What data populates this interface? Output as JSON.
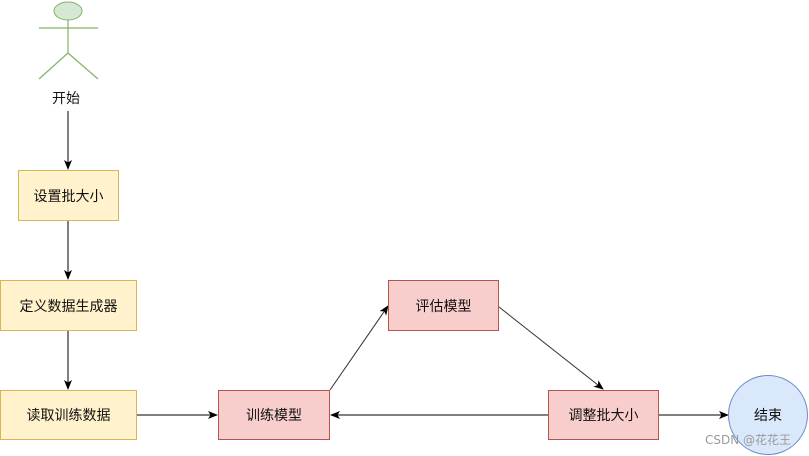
{
  "nodes": {
    "start": "开始",
    "set_batch": "设置批大小",
    "define_gen": "定义数据生成器",
    "read_data": "读取训练数据",
    "train": "训练模型",
    "evaluate": "评估模型",
    "adjust": "调整批大小",
    "end": "结束"
  },
  "watermark": "CSDN @花花王",
  "colors": {
    "actor_fill": "#d5e8d4",
    "actor_stroke": "#82b366",
    "yellow_fill": "#fff2cc",
    "yellow_stroke": "#d6b656",
    "red_fill": "#f8cecc",
    "red_stroke": "#b85450",
    "blue_fill": "#dae8fc",
    "blue_stroke": "#6c8ebf",
    "edge": "#000000"
  }
}
